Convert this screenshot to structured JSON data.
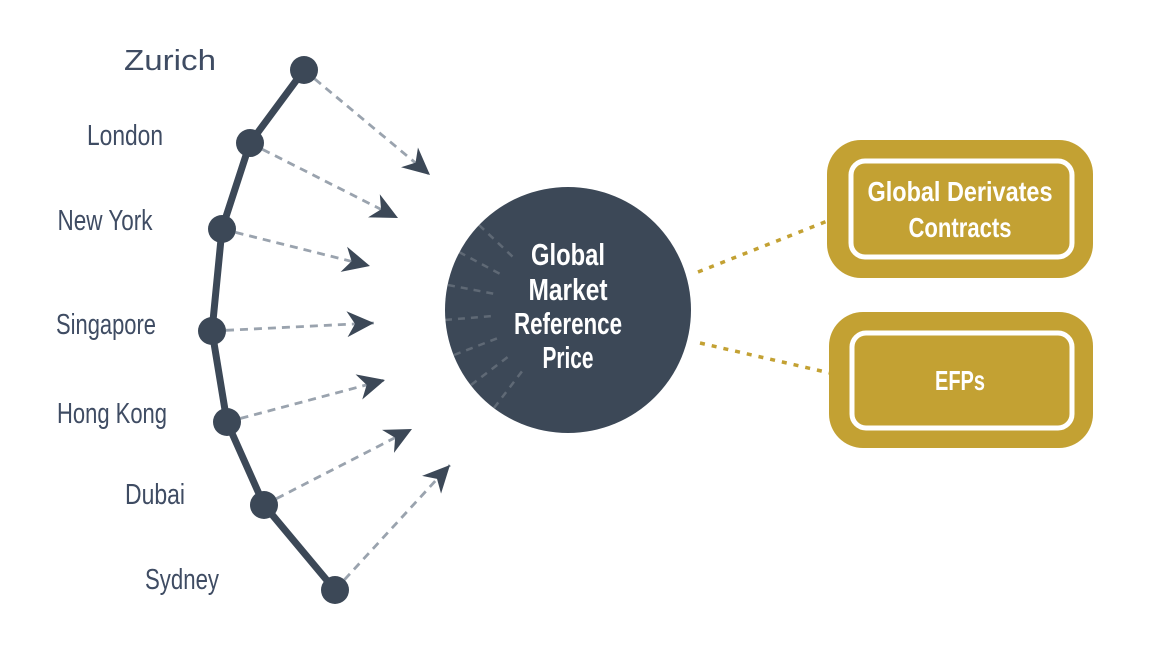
{
  "cities": [
    {
      "label": "Zurich"
    },
    {
      "label": "London"
    },
    {
      "label": "New York"
    },
    {
      "label": "Singapore"
    },
    {
      "label": "Hong Kong"
    },
    {
      "label": "Dubai"
    },
    {
      "label": "Sydney"
    }
  ],
  "hub": {
    "lines": [
      "Global",
      "Market",
      "Reference",
      "Price"
    ]
  },
  "outputs": [
    {
      "lines": [
        "Global Derivates",
        "Contracts"
      ]
    },
    {
      "lines": [
        "EFPs"
      ]
    }
  ],
  "colors": {
    "slate": "#3C4857",
    "label_text": "#3F4C63",
    "gray_dash": "#9AA3AE",
    "gold": "#C3A133",
    "white": "#FFFFFF",
    "background": "#FFFFFF"
  }
}
